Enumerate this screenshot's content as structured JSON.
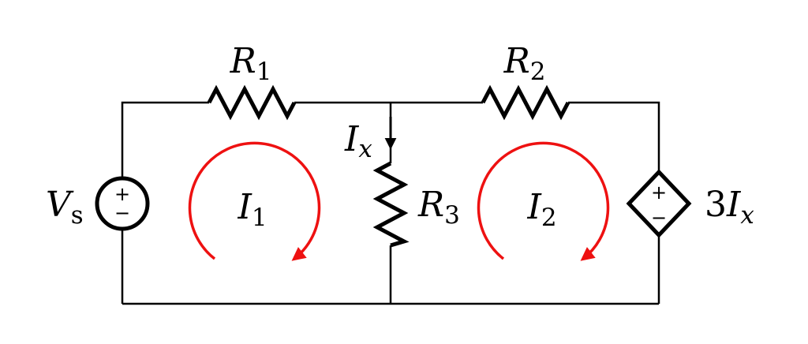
{
  "diagram": {
    "kind": "circuit-schematic",
    "meshes": 2
  },
  "colors": {
    "wire": "#000000",
    "mesh": "#ee1111",
    "background": "#ffffff"
  },
  "labels": {
    "vs": {
      "main": "V",
      "sub": "s"
    },
    "r1": {
      "main": "R",
      "sub": "1"
    },
    "r2": {
      "main": "R",
      "sub": "2"
    },
    "r3": {
      "main": "R",
      "sub": "3"
    },
    "ix": {
      "main": "I",
      "sub": "x"
    },
    "i1": {
      "main": "I",
      "sub": "1"
    },
    "i2": {
      "main": "I",
      "sub": "2"
    },
    "dep": {
      "coef": "3",
      "main": "I",
      "sub": "x"
    },
    "polarity": {
      "plus": "+",
      "minus": "−"
    }
  }
}
